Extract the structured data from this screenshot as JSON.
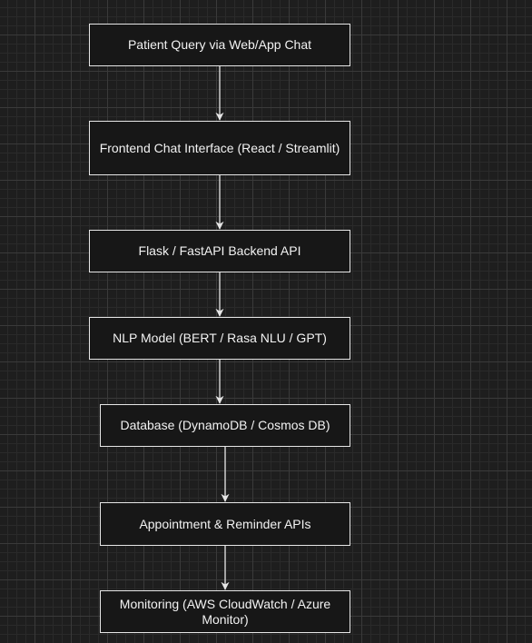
{
  "diagram": {
    "nodes": [
      {
        "id": "patient-query",
        "label": "Patient Query via Web/App Chat"
      },
      {
        "id": "frontend-chat",
        "label": "Frontend Chat Interface (React / Streamlit)"
      },
      {
        "id": "backend-api",
        "label": "Flask / FastAPI Backend API"
      },
      {
        "id": "nlp-model",
        "label": "NLP Model (BERT / Rasa NLU / GPT)"
      },
      {
        "id": "database",
        "label": "Database (DynamoDB / Cosmos DB)"
      },
      {
        "id": "appointment-apis",
        "label": "Appointment & Reminder APIs"
      },
      {
        "id": "monitoring",
        "label": "Monitoring (AWS CloudWatch / Azure Monitor)"
      }
    ],
    "edges": [
      {
        "from": "patient-query",
        "to": "frontend-chat"
      },
      {
        "from": "frontend-chat",
        "to": "backend-api"
      },
      {
        "from": "backend-api",
        "to": "nlp-model"
      },
      {
        "from": "nlp-model",
        "to": "database"
      },
      {
        "from": "database",
        "to": "appointment-apis"
      },
      {
        "from": "appointment-apis",
        "to": "monitoring"
      }
    ],
    "colors": {
      "background": "#1e1e1e",
      "node_fill": "#171717",
      "stroke": "#e6e6e6",
      "text": "#f2f2f2"
    }
  }
}
